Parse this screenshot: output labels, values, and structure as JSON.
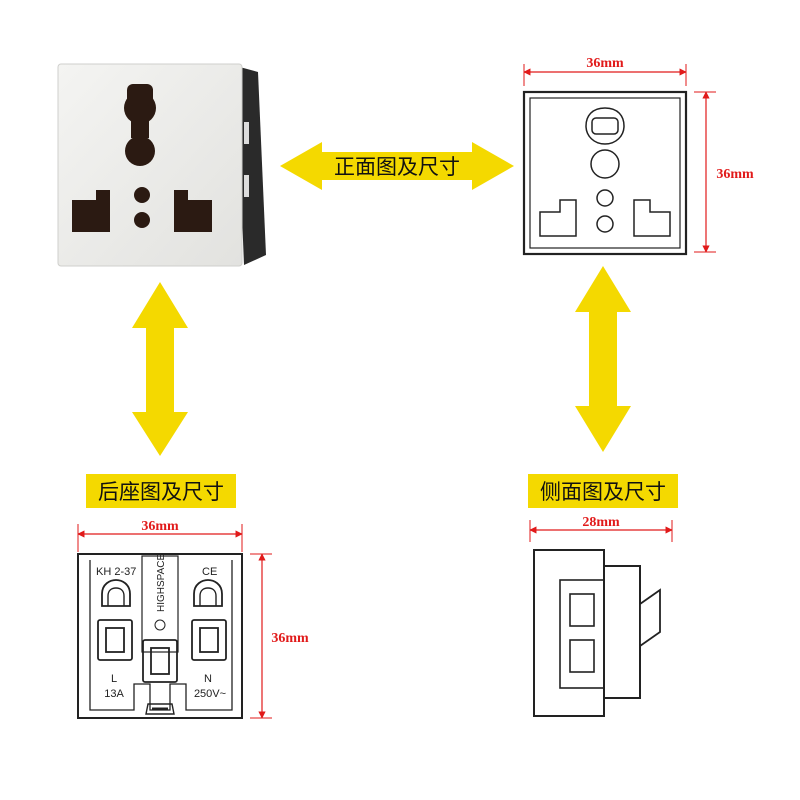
{
  "labels": {
    "front": "正面图及尺寸",
    "rear": "后座图及尺寸",
    "side": "侧面图及尺寸"
  },
  "dimensions": {
    "front_width": "36mm",
    "front_height": "36mm",
    "rear_width": "36mm",
    "rear_height": "36mm",
    "side_width": "28mm"
  },
  "rear_markings": {
    "model": "KH 2-37",
    "ce": "CE",
    "brand": "HIGHSPACE",
    "live": "L",
    "current": "13A",
    "neutral": "N",
    "voltage": "250V~"
  },
  "colors": {
    "arrow": "#f4d900",
    "dimension": "#e11a1a",
    "outline": "#222222",
    "product_body": "#ececec"
  }
}
